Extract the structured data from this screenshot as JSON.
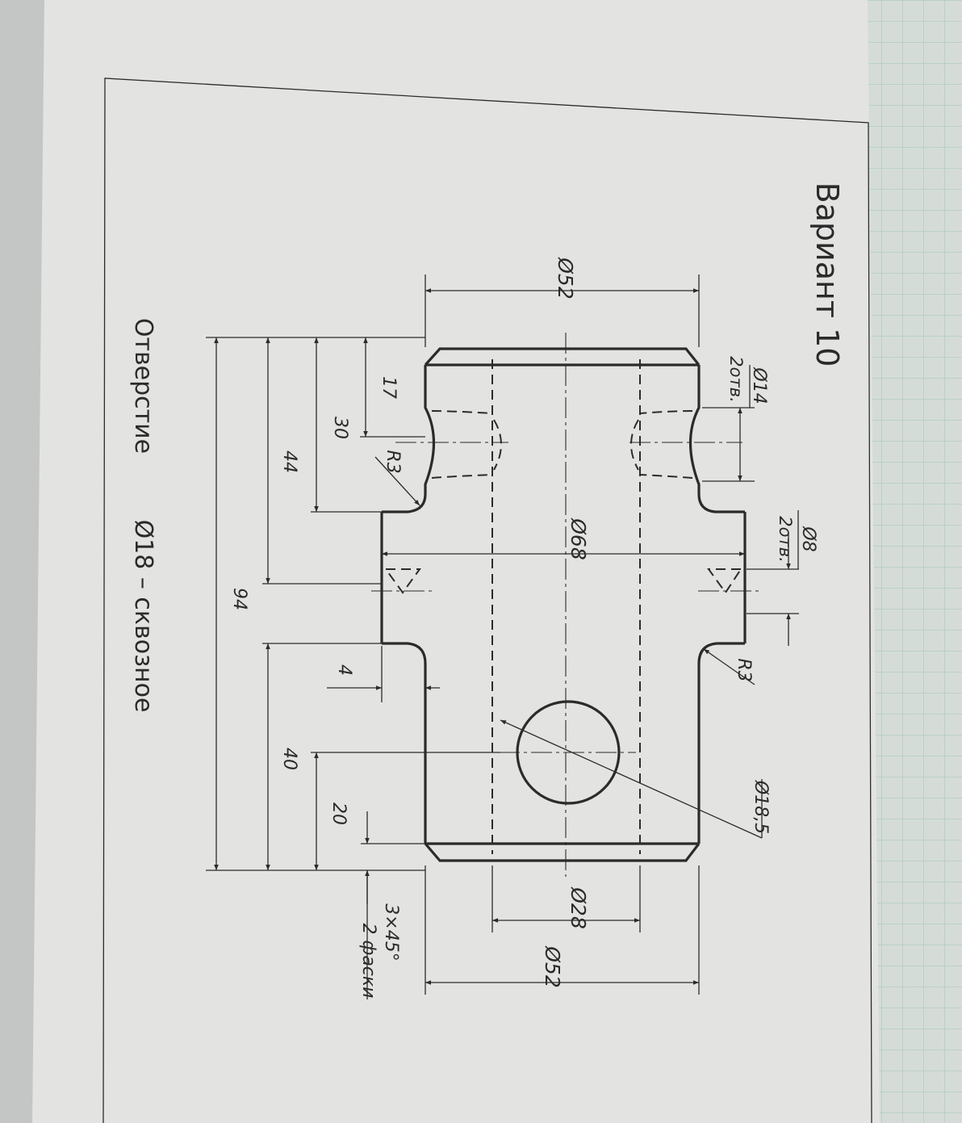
{
  "sheet": {
    "variant_title": "Вариант 10",
    "note_label": "Отверстие",
    "note_value": "Ø18 – сквозное"
  },
  "dimensions": {
    "d52_top": "Ø52",
    "d14": "Ø14",
    "d14_qty": "2отв.",
    "d8": "Ø8",
    "d8_qty": "2отв.",
    "d68": "Ø68",
    "r3_left": "R3",
    "r3_right": "R3",
    "d18_5": "Ø18,5",
    "d28": "Ø28",
    "d52_bottom": "Ø52",
    "chamfer": "3×45°",
    "chamfer_qty": "2 фаски",
    "len_17": "17",
    "len_30": "30",
    "len_44": "44",
    "len_94": "94",
    "len_4": "4",
    "len_40": "40",
    "len_20": "20"
  }
}
